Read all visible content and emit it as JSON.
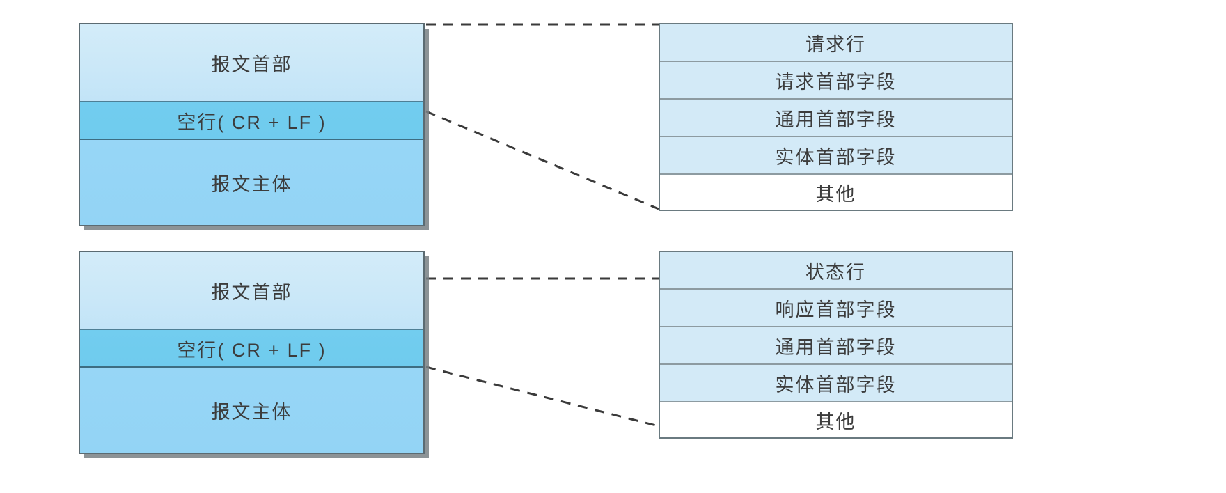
{
  "diagram": {
    "type": "http-message-structure",
    "background": "#ffffff",
    "colors": {
      "header_band": "#cbe8f8",
      "blank_line_band": "#70ccee",
      "body_band": "#95d5f5",
      "table_row": "#d3eaf7",
      "table_row_other": "#ffffff",
      "box_border": "#5b6b72",
      "table_border": "#6a7a80",
      "connector": "#3a3a3a",
      "text": "#3c3c3c"
    },
    "groups": [
      {
        "id": "request",
        "message_box": {
          "name": "http-request-message",
          "bands": [
            {
              "label": "报文首部",
              "role": "message-header"
            },
            {
              "label": "空行( CR + LF )",
              "role": "blank-line"
            },
            {
              "label": "报文主体",
              "role": "message-body"
            }
          ]
        },
        "detail_table": {
          "name": "request-header-detail",
          "rows": [
            {
              "label": "请求行",
              "style": "filled"
            },
            {
              "label": "请求首部字段",
              "style": "filled"
            },
            {
              "label": "通用首部字段",
              "style": "filled"
            },
            {
              "label": "实体首部字段",
              "style": "filled"
            },
            {
              "label": "其他",
              "style": "plain"
            }
          ]
        }
      },
      {
        "id": "response",
        "message_box": {
          "name": "http-response-message",
          "bands": [
            {
              "label": "报文首部",
              "role": "message-header"
            },
            {
              "label": "空行( CR + LF )",
              "role": "blank-line"
            },
            {
              "label": "报文主体",
              "role": "message-body"
            }
          ]
        },
        "detail_table": {
          "name": "response-header-detail",
          "rows": [
            {
              "label": "状态行",
              "style": "filled"
            },
            {
              "label": "响应首部字段",
              "style": "filled"
            },
            {
              "label": "通用首部字段",
              "style": "filled"
            },
            {
              "label": "实体首部字段",
              "style": "filled"
            },
            {
              "label": "其他",
              "style": "plain"
            }
          ]
        }
      }
    ],
    "connectors": [
      {
        "name": "request-top-connector",
        "style": "dashed",
        "from": "request-box-top-right",
        "to": "request-table-top-left"
      },
      {
        "name": "request-diagonal-connector",
        "style": "dashed",
        "from": "request-box-blankline-right",
        "to": "request-table-bottom-left"
      },
      {
        "name": "response-top-connector",
        "style": "dashed",
        "from": "response-box-top-right",
        "to": "response-table-top-left"
      },
      {
        "name": "response-diagonal-connector",
        "style": "dashed",
        "from": "response-box-blankline-right",
        "to": "response-table-bottom-left"
      }
    ]
  }
}
